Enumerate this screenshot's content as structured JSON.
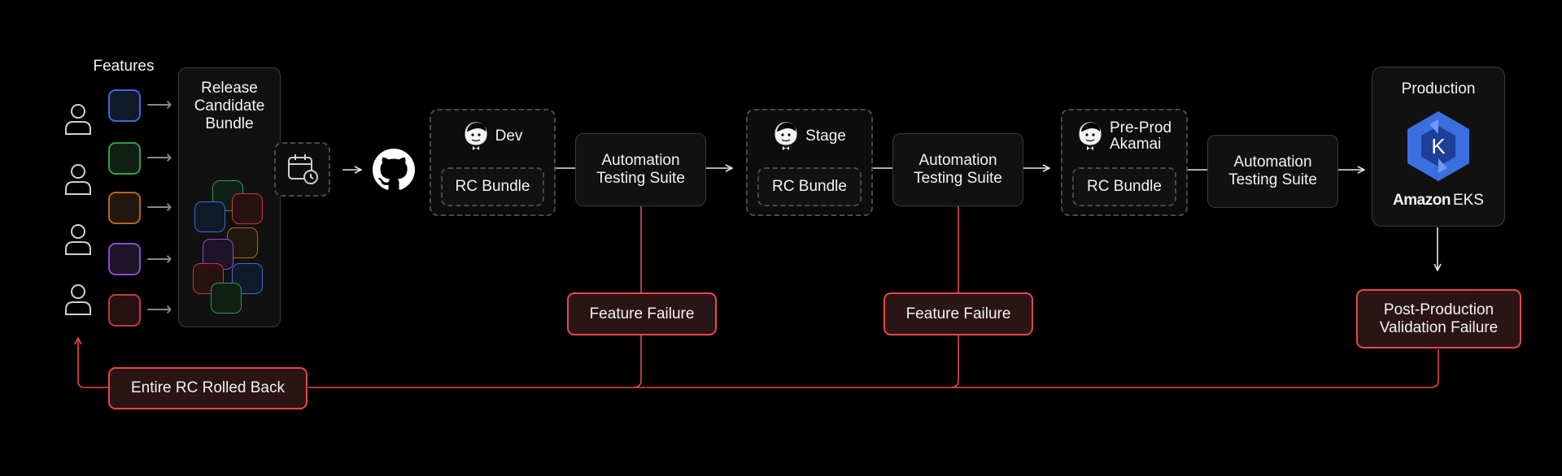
{
  "features": {
    "title": "Features",
    "colors": [
      "#3b6bd8",
      "#2e9e4a",
      "#b7651f",
      "#8a4bd0",
      "#c43b3b"
    ],
    "fills": [
      "#101a2b",
      "#0f1f14",
      "#22170c",
      "#1d1429",
      "#281112"
    ]
  },
  "rc_bundle": {
    "title_line1": "Release",
    "title_line2": "Candidate",
    "title_line3": "Bundle"
  },
  "stages": [
    {
      "name": "Dev",
      "inner": "RC Bundle",
      "icon": "jenkins-icon"
    },
    {
      "name": "Stage",
      "inner": "RC Bundle",
      "icon": "jenkins-icon"
    },
    {
      "name_line1": "Pre-Prod",
      "name_line2": "Akamai",
      "inner": "RC Bundle",
      "icon": "jenkins-icon"
    }
  ],
  "testing": {
    "line1": "Automation",
    "line2": "Testing Suite"
  },
  "production": {
    "title": "Production",
    "logo_letter": "K",
    "logo_brand": "Amazon",
    "logo_product": "EKS",
    "logo_color": "#3b6fe0"
  },
  "failures": {
    "feature": "Feature Failure",
    "post_line1": "Post-Production",
    "post_line2": "Validation Failure",
    "rollback": "Entire RC Rolled Back"
  },
  "icons": {
    "person": "person-icon",
    "schedule": "calendar-clock-icon",
    "repo": "github-icon"
  },
  "colors": {
    "background": "#000000",
    "failure": "#e5484d",
    "failure_fill": "#2b1416",
    "box_border": "#3a3a3a",
    "text": "#f2f2f2"
  }
}
